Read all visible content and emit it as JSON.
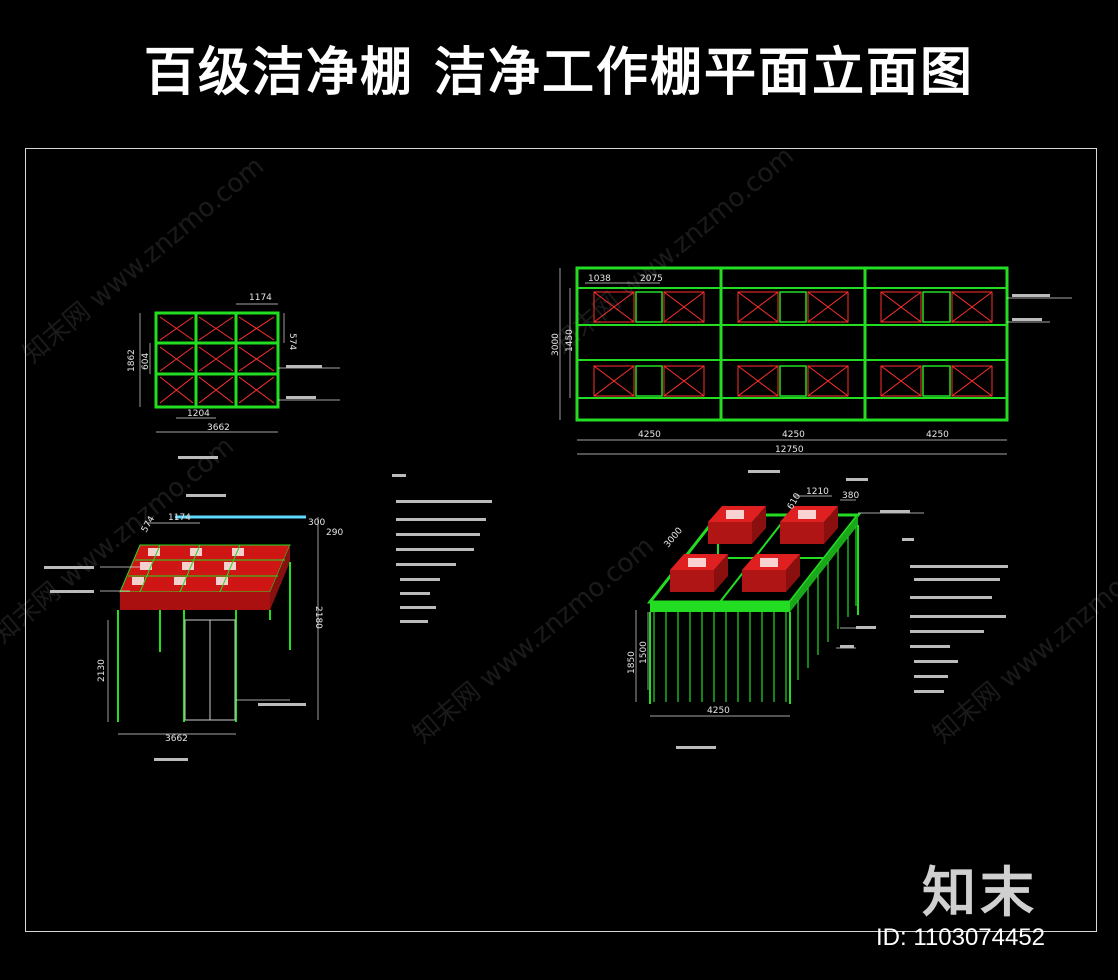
{
  "title": "百级洁净棚  洁净工作棚平面立面图",
  "watermark": "知末网 www.znzmo.com",
  "logo": "知末",
  "image_id": "ID: 1103074452",
  "colors": {
    "frame_green": "#22dd22",
    "ffu_red": "#cc1111",
    "cross_red": "#ff3030",
    "background": "#000000"
  },
  "small_plan": {
    "dims": [
      "1174",
      "574",
      "1862",
      "604",
      "1204",
      "3662"
    ]
  },
  "small_elevation": {
    "dims": [
      "1174",
      "574",
      "300",
      "290",
      "2180",
      "2130",
      "3662"
    ]
  },
  "large_plan": {
    "dims": [
      "1038",
      "2075",
      "3000",
      "1450",
      "4250",
      "4250",
      "4250",
      "12750"
    ]
  },
  "large_iso": {
    "dims": [
      "1210",
      "610",
      "380",
      "3000",
      "1850",
      "1500",
      "4250"
    ]
  }
}
